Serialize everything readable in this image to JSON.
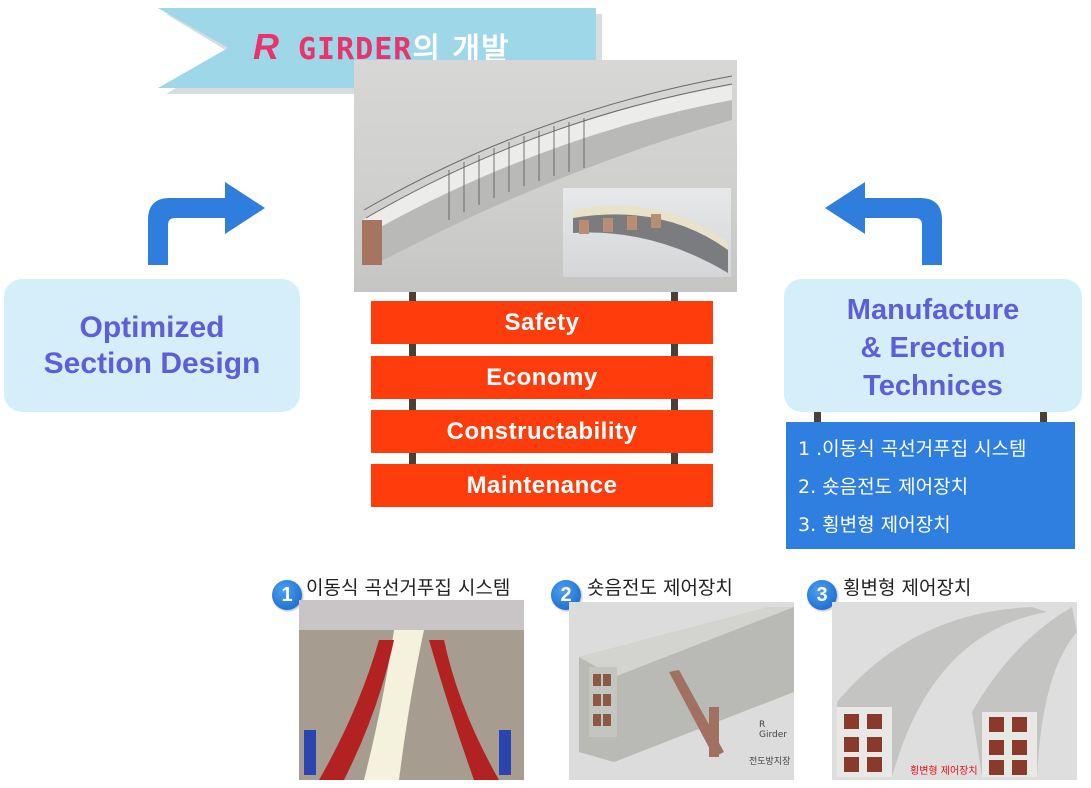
{
  "title": {
    "r_letter": "R",
    "girder": "GIRDER",
    "suffix": "의 개발"
  },
  "colors": {
    "ribbon": "#9ed7e8",
    "title_accent": "#e8336b",
    "arrow_blue": "#2f7ddc",
    "panel_red": "#ff3d0c",
    "side_box_bg": "#d4eefa",
    "side_box_text": "#5b60d6",
    "list_bg": "#2f7fe0"
  },
  "left_box": {
    "line1": "Optimized",
    "line2": "Section Design"
  },
  "right_box": {
    "line1": "Manufacture",
    "line2": "& Erection",
    "line3": "Technices"
  },
  "center_panels": [
    "Safety",
    "Economy",
    "Constructability",
    "Maintenance"
  ],
  "right_list": [
    "1 .이동식 곡선거푸집 시스템",
    "2.  숏음전도  제어장치",
    "3.  횡변형  제어장치"
  ],
  "bottom_items": [
    {
      "number": "1",
      "label": "이동식 곡선거푸집 시스템",
      "caption": ""
    },
    {
      "number": "2",
      "label": "숏음전도  제어장치",
      "caption": "R Girder",
      "caption2": "전도방지장"
    },
    {
      "number": "3",
      "label": "횡변형  제어장치",
      "caption": "횡변형 제어장치"
    }
  ]
}
